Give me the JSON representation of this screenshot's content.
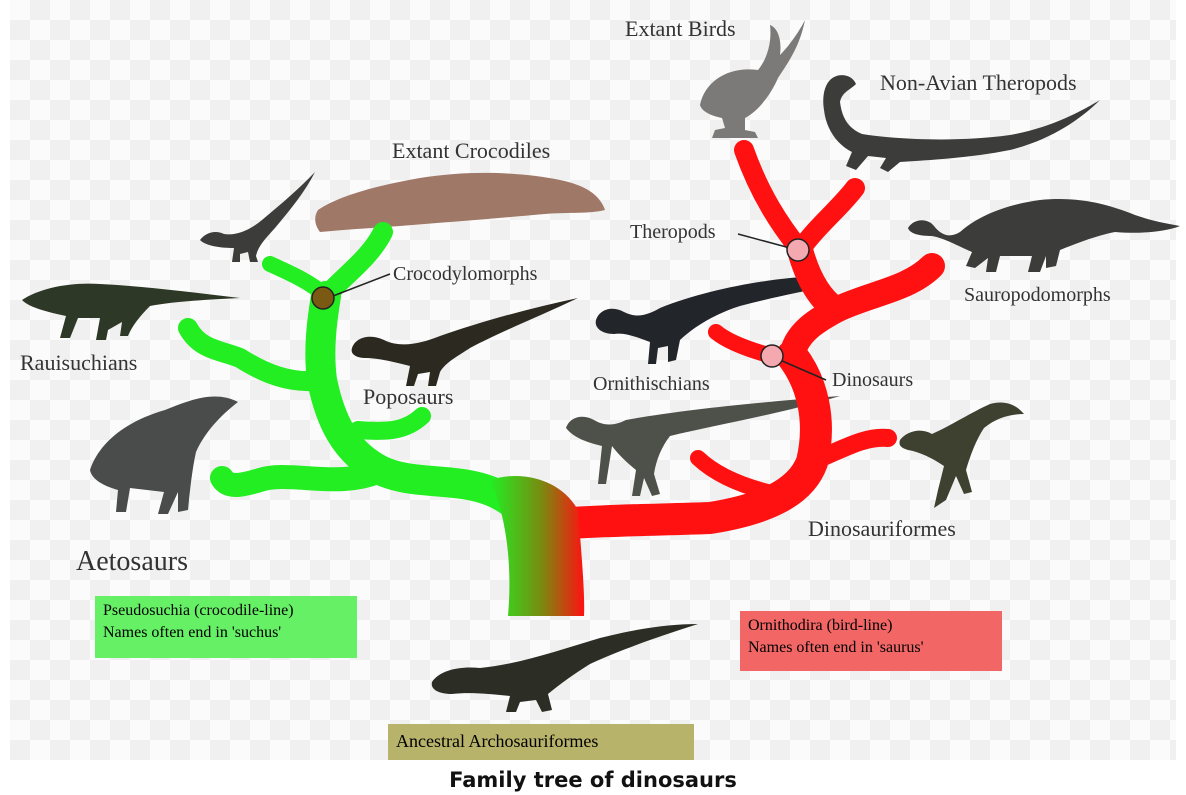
{
  "caption": "Family tree of dinosaurs",
  "colors": {
    "pseudosuchia_branch": "#22ee22",
    "ornithodira_branch": "#ff1111",
    "pseudosuchia_box": "#66f066",
    "ornithodira_box": "#f26666",
    "ancestral_box": "#b8b36a",
    "crocodylomorphs_node": "#7a5a12",
    "dinosaur_nodes": "#f4a8b0"
  },
  "labels": {
    "extant_birds": "Extant Birds",
    "non_avian_theropods": "Non-Avian Theropods",
    "extant_crocodiles": "Extant Crocodiles",
    "theropods": "Theropods",
    "crocodylomorphs": "Crocodylomorphs",
    "sauropodomorphs": "Sauropodomorphs",
    "rauisuchians": "Rauisuchians",
    "poposaurs": "Poposaurs",
    "ornithischians": "Ornithischians",
    "dinosaurs": "Dinosaurs",
    "aetosaurs": "Aetosaurs",
    "dinosauriformes": "Dinosauriformes"
  },
  "legend": {
    "pseudosuchia": [
      "Pseudosuchia (crocodile-line)",
      "Names often end in 'suchus'"
    ],
    "ornithodira": [
      "Ornithodira (bird-line)",
      "Names often end in 'saurus'"
    ],
    "ancestral": "Ancestral Archosauriformes"
  }
}
